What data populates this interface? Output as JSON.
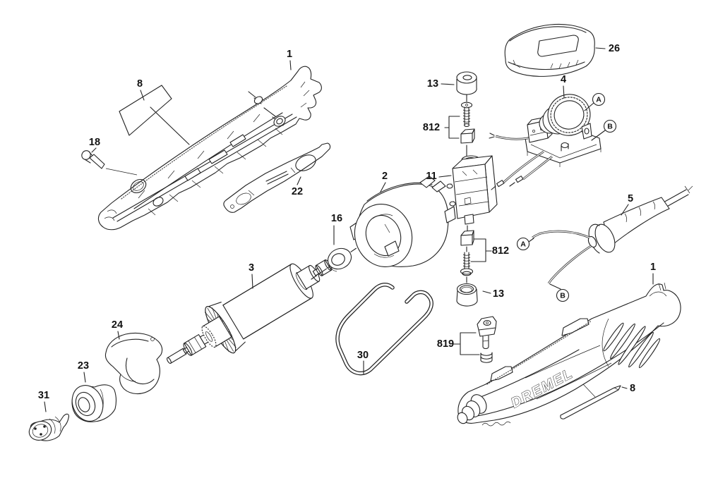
{
  "diagram": {
    "logo_text": "DREMEL",
    "line_color": "#222222",
    "background": "#ffffff",
    "callouts": [
      {
        "id": "housing-left",
        "text": "1"
      },
      {
        "id": "label-sticker-left",
        "text": "8"
      },
      {
        "id": "screw",
        "text": "18"
      },
      {
        "id": "brush-plate",
        "text": "22"
      },
      {
        "id": "field-stator",
        "text": "2"
      },
      {
        "id": "washer",
        "text": "16"
      },
      {
        "id": "armature",
        "text": "3"
      },
      {
        "id": "hanger-hook",
        "text": "24"
      },
      {
        "id": "nose-bushing",
        "text": "23"
      },
      {
        "id": "chuck",
        "text": "31"
      },
      {
        "id": "brush-cap-top",
        "text": "13"
      },
      {
        "id": "brush-assembly-top",
        "text": "812"
      },
      {
        "id": "brush-holder-module",
        "text": "11"
      },
      {
        "id": "speed-control",
        "text": "4"
      },
      {
        "id": "ref-a-speed-control",
        "text": "A"
      },
      {
        "id": "ref-b-speed-control",
        "text": "B"
      },
      {
        "id": "housing-cover",
        "text": "26"
      },
      {
        "id": "power-cord",
        "text": "5"
      },
      {
        "id": "ref-a-cord",
        "text": "A"
      },
      {
        "id": "ref-b-cord",
        "text": "B"
      },
      {
        "id": "housing-right",
        "text": "1"
      },
      {
        "id": "wire-bail",
        "text": "30"
      },
      {
        "id": "switch-knob",
        "text": "819"
      },
      {
        "id": "brush-cap-bottom",
        "text": "13"
      },
      {
        "id": "brush-assembly-bottom",
        "text": "812"
      },
      {
        "id": "label-strip-right",
        "text": "8"
      }
    ]
  }
}
